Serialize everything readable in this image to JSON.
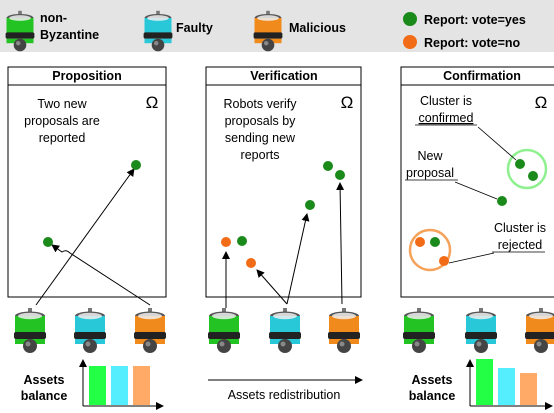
{
  "legend": {
    "robots": [
      {
        "label_line1": "non-",
        "label_line2": "Byzantine",
        "color": "#22c322"
      },
      {
        "label": "Faulty",
        "color": "#29c8d8"
      },
      {
        "label": "Malicious",
        "color": "#f08a1c"
      }
    ],
    "reports": [
      {
        "label": "Report: vote=yes",
        "color": "#1a8a1a"
      },
      {
        "label": "Report: vote=no",
        "color": "#f26b16"
      }
    ]
  },
  "panels": [
    {
      "title": "Proposition",
      "text": [
        "Two new",
        "proposals are",
        "reported"
      ],
      "omega": "Ω"
    },
    {
      "title": "Verification",
      "text": [
        "Robots verify",
        "proposals by",
        "sending new",
        "reports"
      ],
      "omega": "Ω"
    },
    {
      "title": "Confirmation",
      "omega": "Ω",
      "cluster_confirmed": [
        "Cluster is",
        "confirmed"
      ],
      "new_proposal": [
        "New",
        "proposal"
      ],
      "cluster_rejected": [
        "Cluster is",
        "rejected"
      ]
    }
  ],
  "bottom": {
    "assets_label": [
      "Assets",
      "balance"
    ],
    "redistribution": "Assets redistribution"
  },
  "colors": {
    "green_dot": "#1a8a1a",
    "orange_dot": "#f26b16",
    "bar_green": "#22ff44",
    "bar_cyan": "#55eeff",
    "bar_orange": "#ffaa66",
    "legend_bg": "#e4e4e4"
  }
}
